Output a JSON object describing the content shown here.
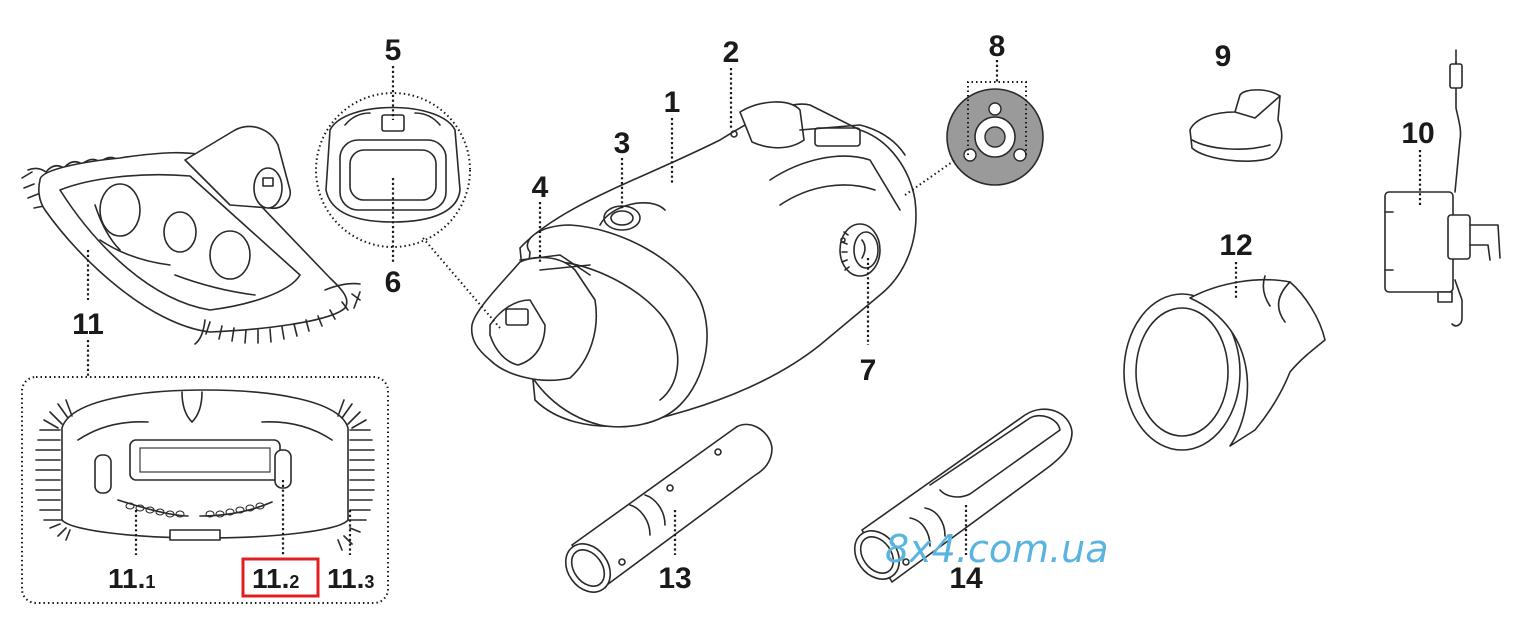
{
  "labels": {
    "l1": "1",
    "l2": "2",
    "l3": "3",
    "l4": "4",
    "l5": "5",
    "l6": "6",
    "l7": "7",
    "l8": "8",
    "l9": "9",
    "l10": "10",
    "l11": "11",
    "l12": "12",
    "l13": "13",
    "l14": "14",
    "l11_1_main": "11.",
    "l11_1_sub": "1",
    "l11_2_main": "11.",
    "l11_2_sub": "2",
    "l11_3_main": "11.",
    "l11_3_sub": "3"
  },
  "watermark": "8x4.com.ua",
  "colors": {
    "highlight": "#e02020",
    "watermark": "#5ab4e0",
    "ink": "#1a1a1a",
    "filter_gray": "#9a9a9a"
  }
}
